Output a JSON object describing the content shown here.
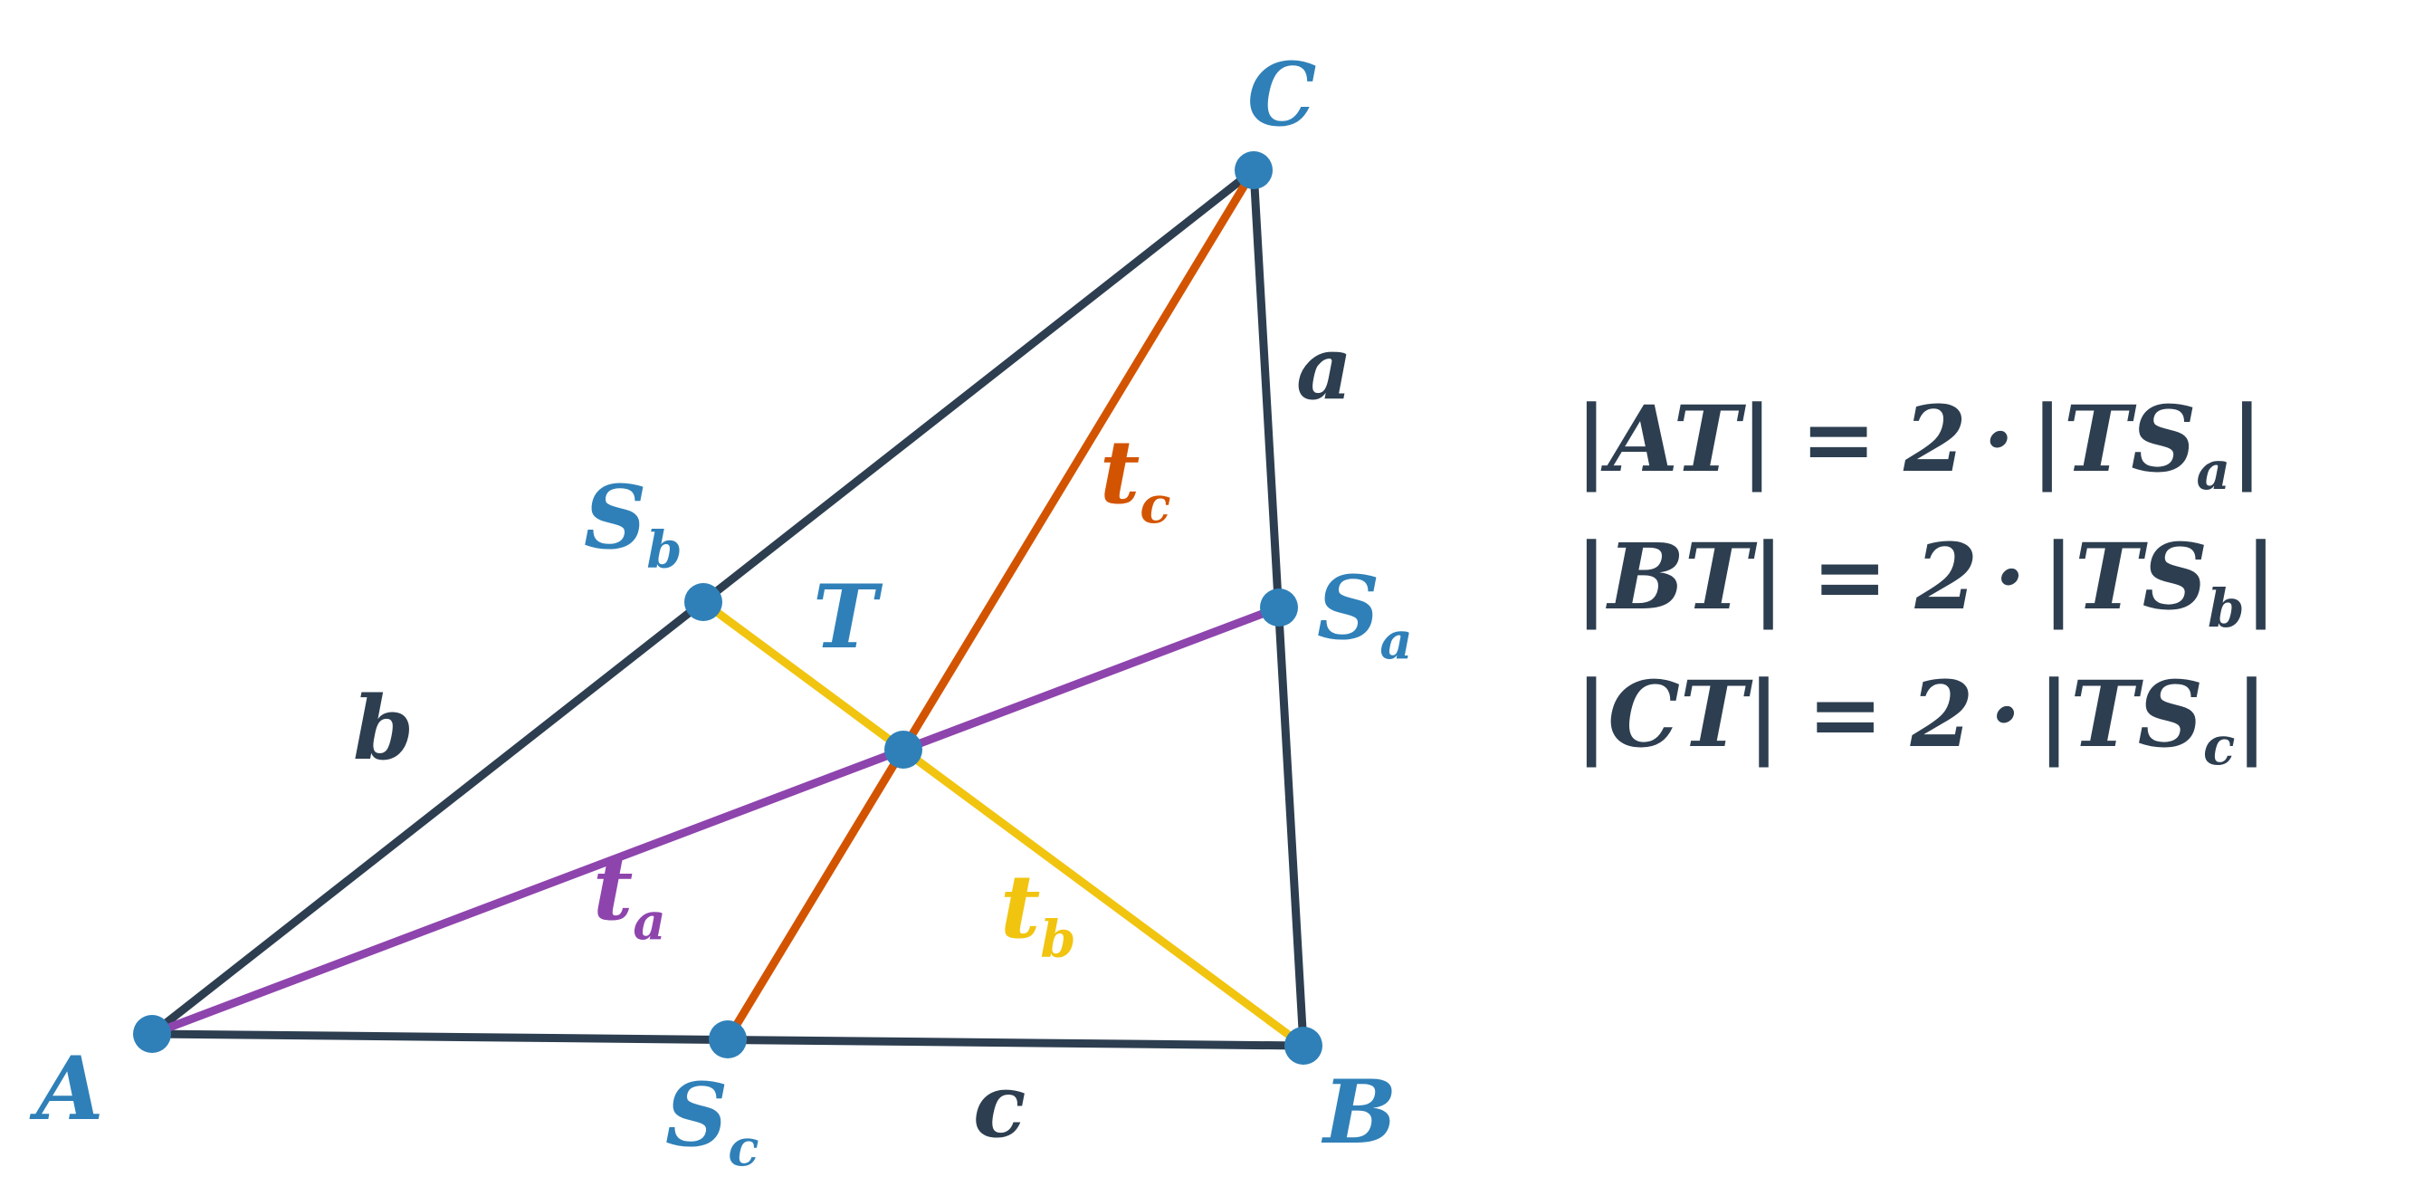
{
  "colors": {
    "side": "#2d3e50",
    "point": "#2f80b8",
    "median_a": "#8e44ad",
    "median_b": "#f1c40f",
    "median_c": "#d35400",
    "text_dark": "#2d3e50"
  },
  "vertices": {
    "A": "A",
    "B": "B",
    "C": "C"
  },
  "midpoints": {
    "Sa": {
      "base": "S",
      "sub": "a"
    },
    "Sb": {
      "base": "S",
      "sub": "b"
    },
    "Sc": {
      "base": "S",
      "sub": "c"
    }
  },
  "centroid": "T",
  "sides": {
    "a": "a",
    "b": "b",
    "c": "c"
  },
  "medians": {
    "ta": {
      "base": "t",
      "sub": "a"
    },
    "tb": {
      "base": "t",
      "sub": "b"
    },
    "tc": {
      "base": "t",
      "sub": "c"
    }
  },
  "equations": [
    {
      "left": "|AT|",
      "equals": "=",
      "coef": "2",
      "dot": "·",
      "right_open": "|TS",
      "right_sub": "a",
      "right_close": "|"
    },
    {
      "left": "|BT|",
      "equals": "=",
      "coef": "2",
      "dot": "·",
      "right_open": "|TS",
      "right_sub": "b",
      "right_close": "|"
    },
    {
      "left": "|CT|",
      "equals": "=",
      "coef": "2",
      "dot": "·",
      "right_open": "|TS",
      "right_sub": "c",
      "right_close": "|"
    }
  ]
}
